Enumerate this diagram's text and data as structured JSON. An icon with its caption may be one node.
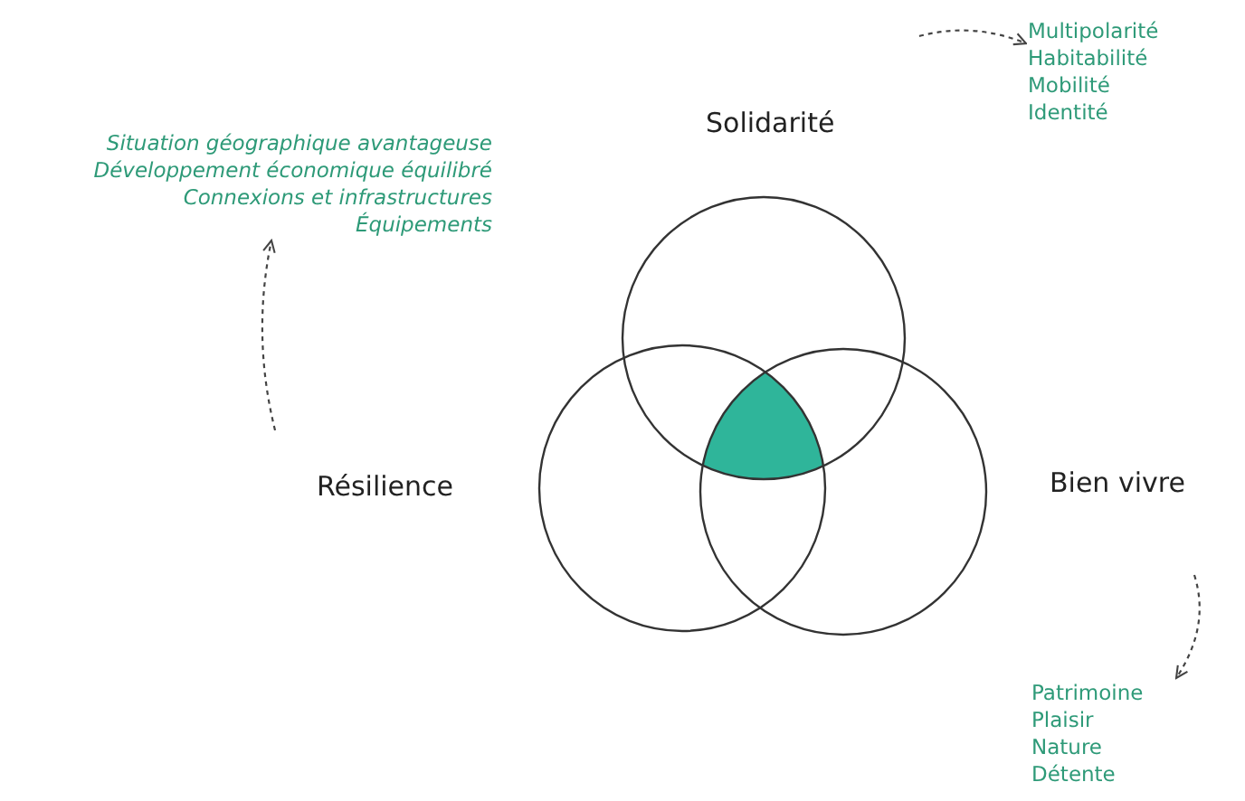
{
  "diagram": {
    "nodes": [
      {
        "text": [
          "Solidarité"
        ]
      },
      {
        "text": [
          "Résilience"
        ]
      },
      {
        "text": [
          "Bien vivre"
        ]
      },
      {
        "text": [
          "Situation géographique avantageuse",
          "Développement économique équilibré",
          "Connexions et infrastructures",
          "Équipements"
        ]
      },
      {
        "text": [
          "Multipolarité",
          "Habitabilité",
          "Mobilité",
          "Identité"
        ]
      },
      {
        "text": [
          "Patrimoine",
          "Plaisir",
          "Nature",
          "Détente"
        ]
      }
    ],
    "edges": [
      {
        "from": null,
        "to": 4,
        "arrow": "to",
        "style": "dashed"
      },
      {
        "from": null,
        "to": 3,
        "arrow": "to",
        "style": "dashed"
      },
      {
        "from": null,
        "to": 5,
        "arrow": "to",
        "style": "dashed"
      }
    ]
  }
}
